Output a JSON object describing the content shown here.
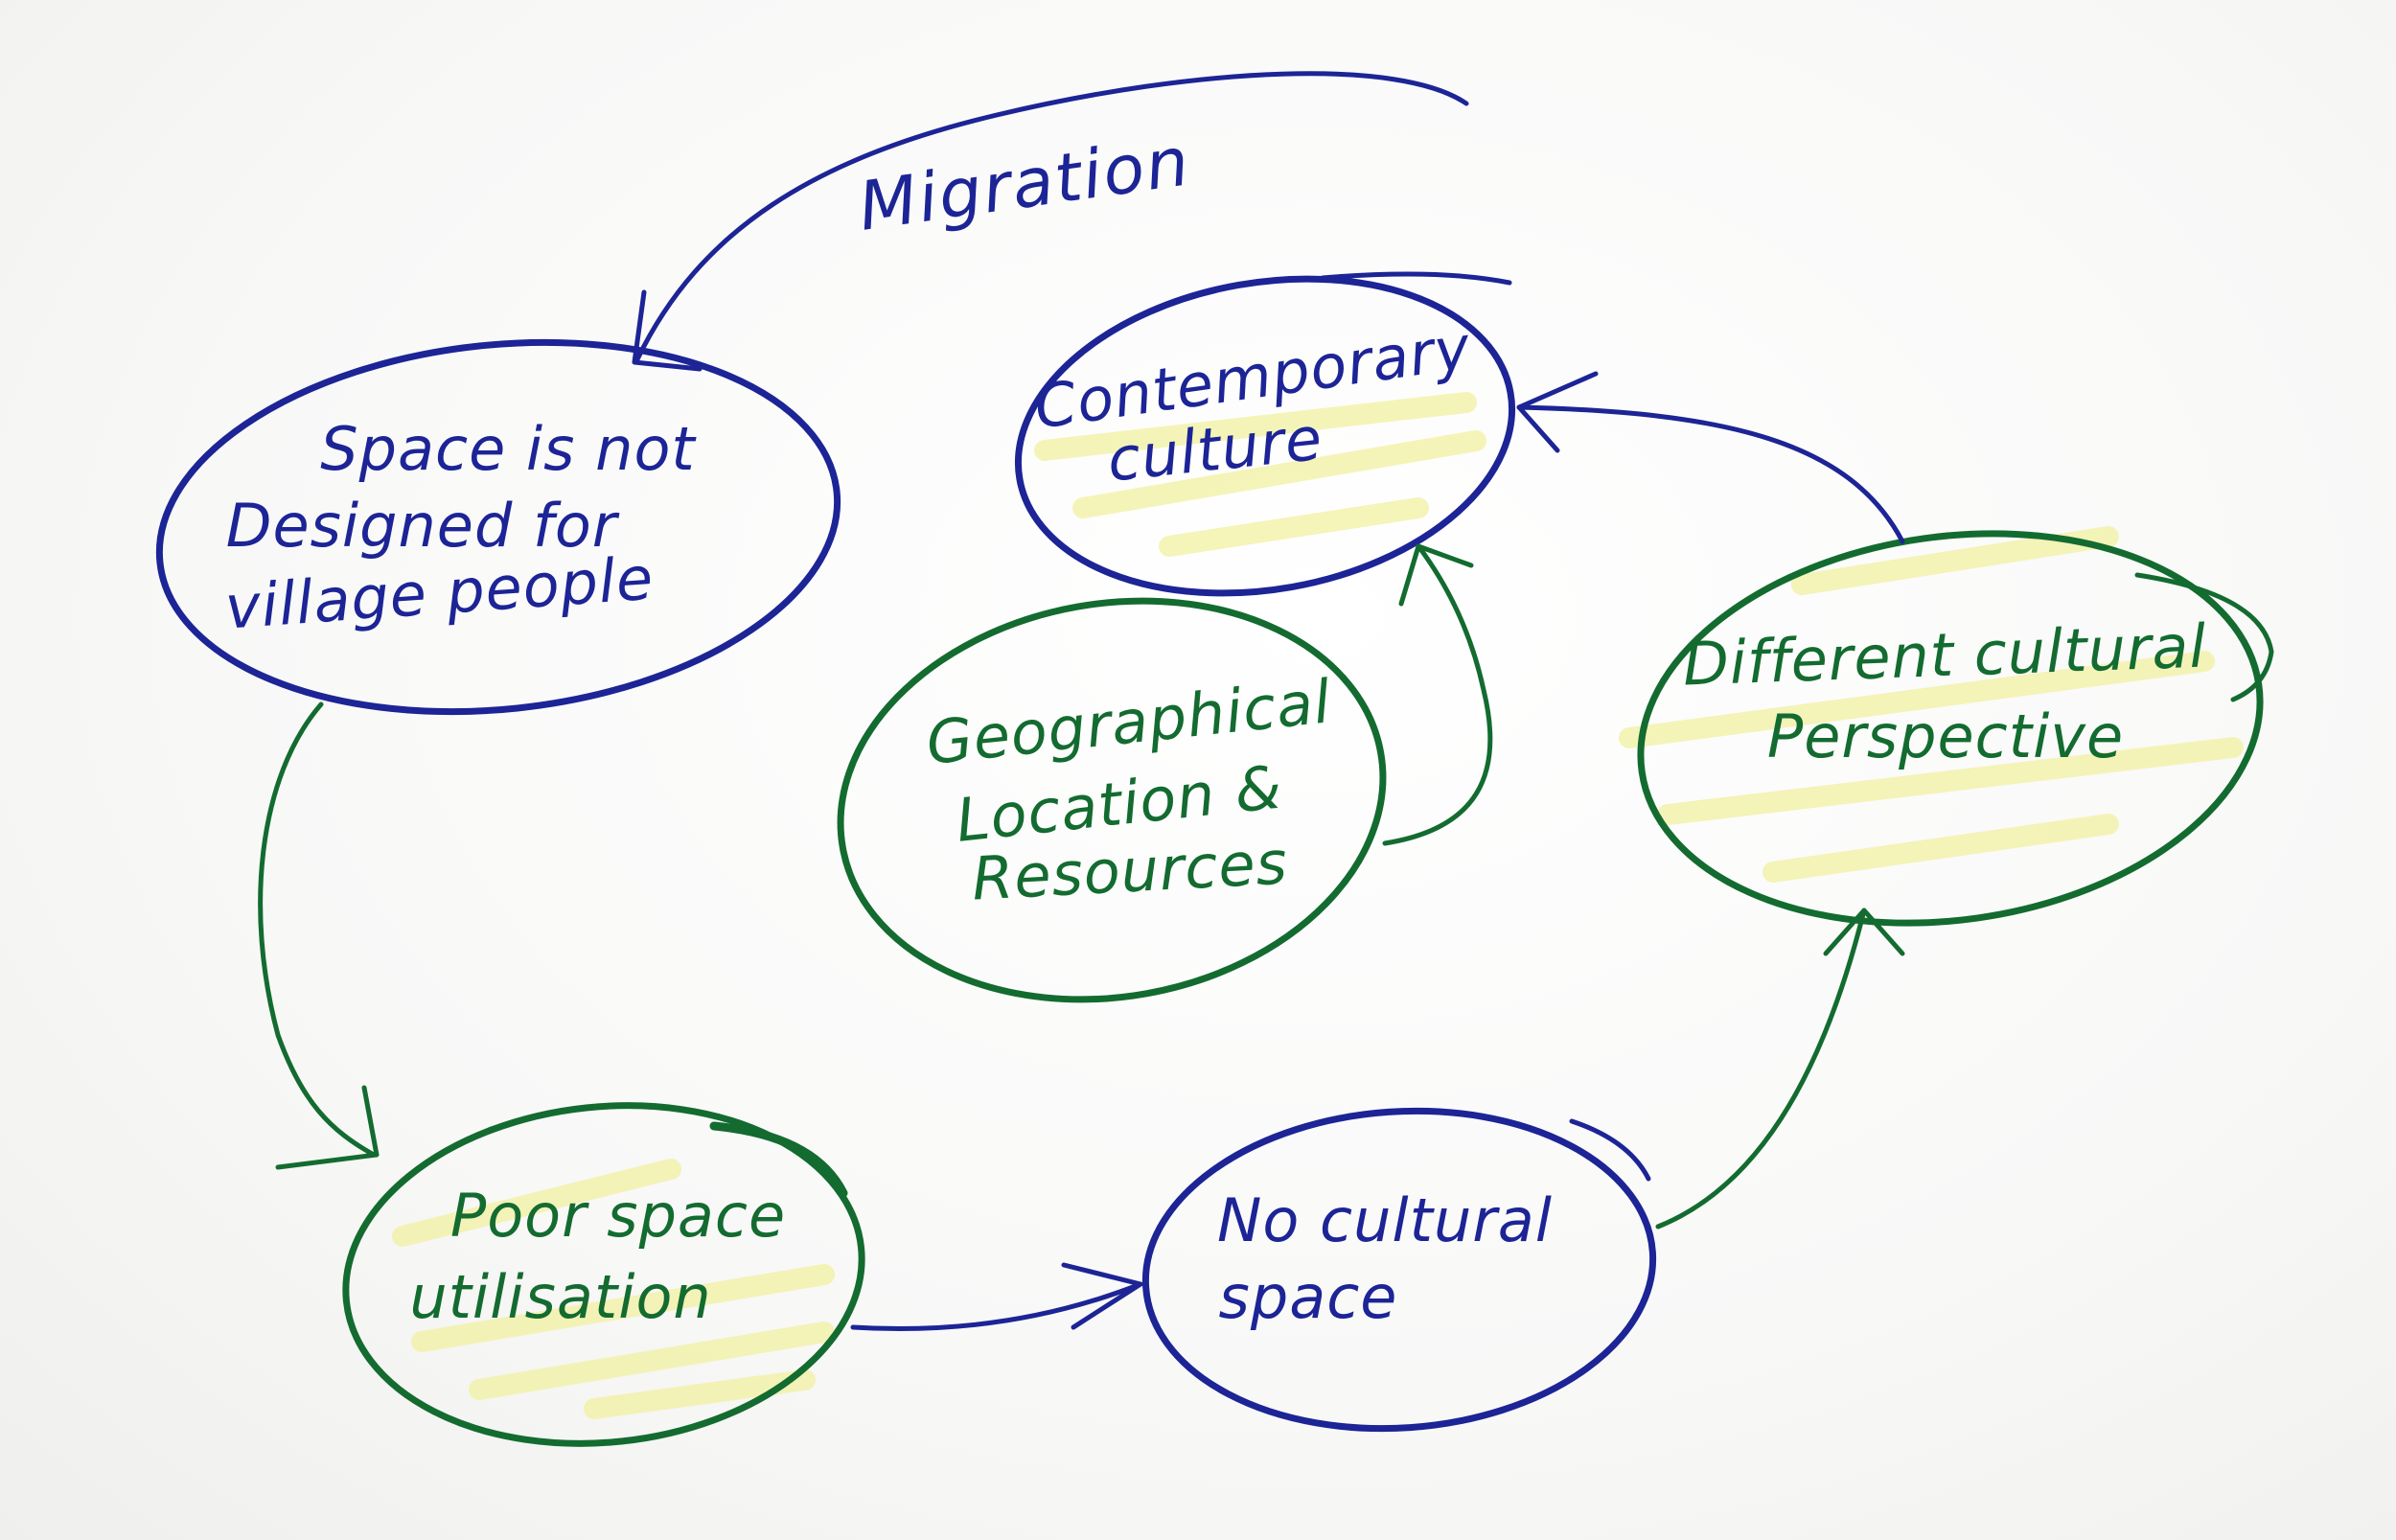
{
  "colors": {
    "blue_marker": "#1c2496",
    "green_marker": "#136b30",
    "highlighter": "#f2f1a2"
  },
  "nodes": {
    "space": {
      "lines": [
        "Space is not",
        "Designed for",
        "village people"
      ],
      "color": "#1c2496"
    },
    "contemporary": {
      "lines": [
        "Contemporary",
        "culture"
      ],
      "color": "#1c2496"
    },
    "geographical": {
      "lines": [
        "Geographical",
        "Location &",
        "Resources"
      ],
      "color": "#136b30"
    },
    "different": {
      "lines": [
        "Different cultural",
        "Perspective"
      ],
      "color": "#136b30"
    },
    "poor": {
      "lines": [
        "Poor space",
        "utilisation"
      ],
      "color": "#136b30"
    },
    "nocultural": {
      "lines": [
        "No cultural",
        "space"
      ],
      "color": "#1c2496"
    }
  },
  "edges": {
    "migration": {
      "label": "Migration"
    }
  }
}
